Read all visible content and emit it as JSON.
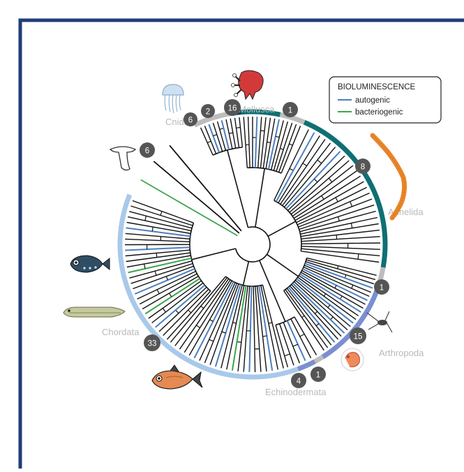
{
  "legend": {
    "title": "BIOLUMINESCENCE",
    "items": [
      {
        "label": "autogenic",
        "color": "#4a7fc1"
      },
      {
        "label": "bacteriogenic",
        "color": "#3aa64a"
      }
    ]
  },
  "colors": {
    "frame": "#1f3d7a",
    "branch": "#111111",
    "badge": "#555555",
    "clade_label": "#b9b9b9",
    "gray_arc": "#bdbdbd",
    "dark_arc": "#1b3a5c",
    "teal_arc": "#0f6f73",
    "purple_arc": "#7b8fd0",
    "light_blue_arc": "#a9c9ea"
  },
  "clades": [
    {
      "name": "Mollusca",
      "count": "16"
    },
    {
      "name": "Cnidaria",
      "count": "6"
    },
    {
      "name": "Annelida",
      "count": "8"
    },
    {
      "name": "Arthropoda",
      "count": "15"
    },
    {
      "name": "Echinodermata",
      "count": "4"
    },
    {
      "name": "Chordata",
      "count": "33"
    }
  ],
  "other_counts": {
    "ctenophore": "6",
    "small_dark": "2",
    "top_gray": "1",
    "right_gray": "1",
    "bottom_gray": "1"
  },
  "icons": [
    "octopus-icon",
    "jellyfish-icon",
    "comb-jelly-icon",
    "worm-icon",
    "shrimp-icon",
    "copepod-icon",
    "lanternfish-icon",
    "eel-icon",
    "hatchetfish-icon"
  ]
}
